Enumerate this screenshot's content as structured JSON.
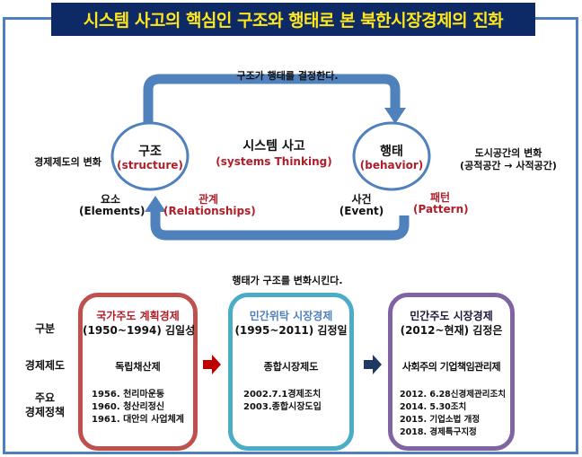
{
  "title": "시스템 사고의 핵심인 구조와 행태로 본 북한시장경제의 진화",
  "loop": {
    "top_caption": "구조가 행태를 결정한다.",
    "bottom_caption": "행태가 구조를 변화시킨다.",
    "center_title": "시스템 사고",
    "center_sub": "(systems Thinking)",
    "structure": {
      "ko": "구조",
      "en": "(structure)"
    },
    "behavior": {
      "ko": "행태",
      "en": "(behavior)"
    },
    "left_note": "경제제도의 변화",
    "right_note_1": "도시공간의 변화",
    "right_note_2": "(공적공간 →  사적공간)",
    "elements": {
      "ko": "요소",
      "en": "(Elements)"
    },
    "relationships": {
      "ko": "관계",
      "en": "(Relationships)"
    },
    "event": {
      "ko": "사건",
      "en": "(Event)"
    },
    "pattern": {
      "ko": "패턴",
      "en": "(Pattern)"
    }
  },
  "row_labels": {
    "category": "구분",
    "system": "경제제도",
    "policy_1": "주요",
    "policy_2": "경제정책"
  },
  "stages": [
    {
      "title": "국가주도 계획경제",
      "period": "(1950~1994) 김일성",
      "system": "독립채산제",
      "policies": [
        "1956. 천리마운동",
        "1960. 청산리정신",
        "1961. 대안의 사업체계"
      ],
      "color": "#c0504d",
      "title_color": "#b01e2a"
    },
    {
      "title": "민간위탁 시장경제",
      "period": "(1995~2011) 김정일",
      "system": "종합시장제도",
      "policies": [
        "2002.7.1경제조치",
        "2003.종합시장도입"
      ],
      "color": "#4bacc6",
      "title_color": "#4f7fbf"
    },
    {
      "title": "민간주도 시장경제",
      "period": "(2012~현재) 김정은",
      "system": "사회주의 기업책임관리제",
      "policies": [
        "2012. 6.28신경제관리조치",
        "2014. 5.30조치",
        "2015. 기업소법 개정",
        "2018. 경제특구지정"
      ],
      "color": "#8064a2",
      "title_color": "#1a1a3a"
    }
  ],
  "arrows": {
    "first": "#c00000",
    "second": "#1f3864"
  }
}
